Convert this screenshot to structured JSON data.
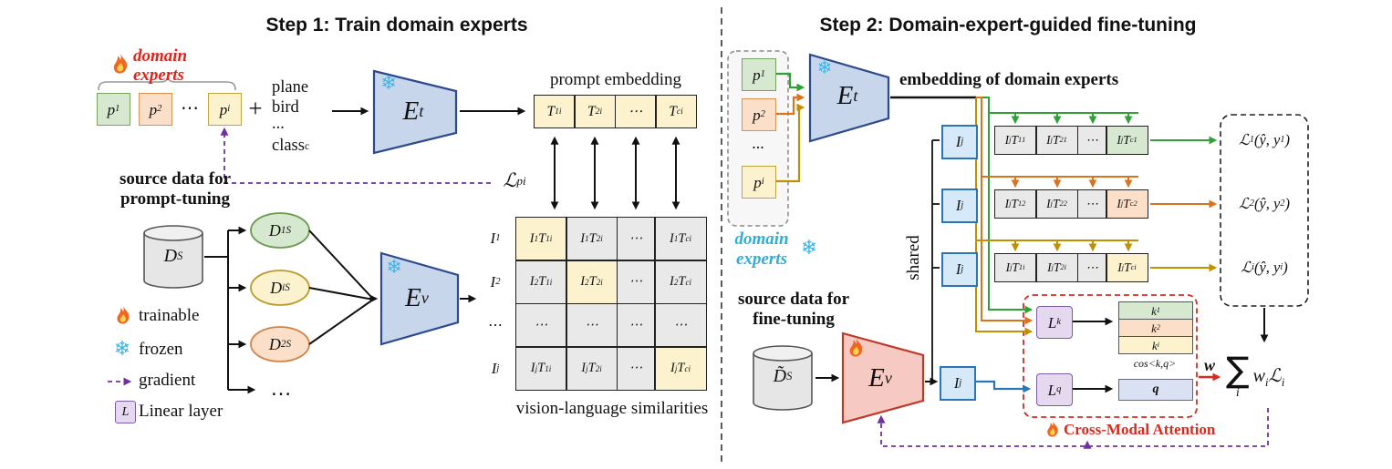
{
  "icons": {
    "snowflake": "❄"
  },
  "colors": {
    "green": "#d6e8cf",
    "orange": "#fbdfc9",
    "yellow": "#fcf2cd",
    "gray": "#e9e9e9",
    "encoder_blue": "#c8d6ec",
    "encoder_red": "#f6c9c2",
    "feature_blue": "#d6e9f8",
    "linear_purple": "#e4d9ef",
    "accent_red": "#d92b1f",
    "accent_cyan": "#29b0d8",
    "gradient_purple": "#7030a0"
  },
  "step1": {
    "title": "Step 1: Train domain experts",
    "domain_experts_label": "domain experts",
    "prompt_p1": "p<sub>1</sub>",
    "prompt_p2": "p<sub>2</sub>",
    "prompt_dots": "⋯",
    "prompt_pi": "p<sub>i</sub>",
    "plus": "+",
    "class_word_1": "plane",
    "class_word_2": "bird",
    "class_dots": "...",
    "class_word_c": "class<sub>c</sub>",
    "text_encoder": "E<sub>t</sub>",
    "prompt_embedding_title": "prompt embedding",
    "embedding_cells": [
      "T<sub>1</sub><sup>i</sup>",
      "T<sub>2</sub><sup>i</sup>",
      "⋯",
      "T<sub>c</sub><sup>i</sup>"
    ],
    "prompt_loss": "ℒ<sub>p</sub><sup>i</sup>",
    "source_data_line1": "source data for",
    "source_data_line2": "prompt-tuning",
    "dataset": "D<sup>S</sup>",
    "subset_d1": "D<sub>1</sub><sup>S</sup>",
    "subset_di": "D<sub>i</sub><sup>S</sup>",
    "subset_d2": "D<sub>2</sub><sup>S</sup>",
    "subset_dots": "…",
    "vision_encoder": "E<sub>v</sub>",
    "feat_i1": "I<sub>1</sub>",
    "feat_i2": "I<sub>2</sub>",
    "feat_dots": "⋯",
    "feat_ij": "I<sub>j</sub>",
    "matrix": [
      [
        "I<sub>1</sub>T<sub>1</sub><sup>i</sup>",
        "I<sub>1</sub>T<sub>2</sub><sup>i</sup>",
        "⋯",
        "I<sub>1</sub>T<sub>c</sub><sup>i</sup>"
      ],
      [
        "I<sub>2</sub>T<sub>1</sub><sup>i</sup>",
        "I<sub>2</sub>T<sub>2</sub><sup>i</sup>",
        "⋯",
        "I<sub>2</sub>T<sub>c</sub><sup>i</sup>"
      ],
      [
        "⋯",
        "⋯",
        "⋯",
        "⋯"
      ],
      [
        "I<sub>j</sub>T<sub>1</sub><sup>i</sup>",
        "I<sub>j</sub>T<sub>2</sub><sup>i</sup>",
        "⋯",
        "I<sub>j</sub>T<sub>c</sub><sup>i</sup>"
      ]
    ],
    "matrix_caption": "vision-language similarities",
    "legend_trainable": "trainable",
    "legend_frozen": "frozen",
    "legend_gradient": "gradient",
    "legend_linear_symbol": "L",
    "legend_linear": "Linear layer"
  },
  "step2": {
    "title": "Step 2: Domain-expert-guided fine-tuning",
    "prompt_p1": "p<sub>1</sub>",
    "prompt_p2": "p<sub>2</sub>",
    "prompt_dots": "...",
    "prompt_pi": "p<sub>i</sub>",
    "domain_experts_line1": "domain",
    "domain_experts_line2": "experts",
    "text_encoder": "E<sub>t</sub>",
    "embedding_title": "embedding of domain experts",
    "shared_label": "shared",
    "ij": "I<sub>j</sub>",
    "row1_cells": [
      "I<sub>j</sub>T<sub>1</sub><sup>1</sup>",
      "I<sub>j</sub>T<sub>2</sub><sup>1</sup>",
      "⋯",
      "I<sub>j</sub>T<sub>c</sub><sup>1</sup>"
    ],
    "row2_cells": [
      "I<sub>j</sub>T<sub>1</sub><sup>2</sup>",
      "I<sub>j</sub>T<sub>2</sub><sup>2</sup>",
      "⋯",
      "I<sub>j</sub>T<sub>c</sub><sup>2</sup>"
    ],
    "row3_cells": [
      "I<sub>j</sub>T<sub>1</sub><sup>i</sup>",
      "I<sub>j</sub>T<sub>2</sub><sup>i</sup>",
      "⋯",
      "I<sub>j</sub>T<sub>c</sub><sup>i</sup>"
    ],
    "loss1": "ℒ<sub>1</sub>(ŷ, y<sup>1</sup>)",
    "loss2": "ℒ<sub>2</sub>(ŷ, y<sup>2</sup>)",
    "loss3": "ℒ<sub>i</sub>(ŷ, y<sup>i</sup>)",
    "source_data_line1": "source data for",
    "source_data_line2": "fine-tuning",
    "dataset": "D̃<sup>S</sup>",
    "vision_encoder": "E<sub>v</sub>",
    "lk": "L<sub>k</sub>",
    "lq": "L<sub>q</sub>",
    "k1": "k<sub>1</sub>",
    "k2": "k<sub>2</sub>",
    "ki": "k<sub>i</sub>",
    "q": "q",
    "cos": "cos&lt;<i>k</i>, <i>q</i>&gt;",
    "w": "w",
    "sum_sigma": "∑",
    "sum_sub": "i",
    "sum_terms": "w<sub>i</sub>ℒ<sub>i</sub>",
    "cross_modal_label": "Cross-Modal Attention"
  }
}
